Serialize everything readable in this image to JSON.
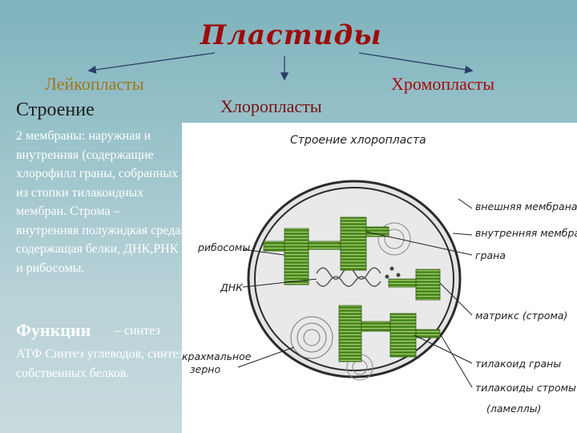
{
  "title": "Пластиды",
  "branches": {
    "leucoplasts": "Лейкопласты",
    "chloroplasts": "Хлоропласты",
    "chromoplasts": "Хромопласты"
  },
  "structure": {
    "heading": "Строение",
    "text": "2 мембраны: наружная и внутренняя (содержащие хлорофилл граны, собранных из стопки тилакоидных мембран. Строма – внутренняя полужидкая среда, содержащая белки, ДНК,РНК и рибосомы."
  },
  "functions": {
    "heading": "Функции",
    "suffix": "– синтез",
    "text": "АТФ Синтез углеводов, синтез собственных белков."
  },
  "diagram": {
    "title": "Строение хлоропласта",
    "labels": {
      "ribosomes": "рибосомы",
      "dna": "ДНК",
      "starch_1": "крахмальное",
      "starch_2": "зерно",
      "outer_membrane": "внешняя мембрана",
      "inner_membrane": "внутренняя мембрана",
      "grana": "грана",
      "matrix": "матрикс (строма)",
      "grana_thylakoids": "тилакоид граны",
      "stroma_thylakoids_1": "тилакоиды стромы",
      "stroma_thylakoids_2": "(ламеллы)"
    }
  },
  "colors": {
    "title": "#9e0b0b",
    "grana": "#4c8a1e",
    "membrane": "#2b2b2b"
  }
}
